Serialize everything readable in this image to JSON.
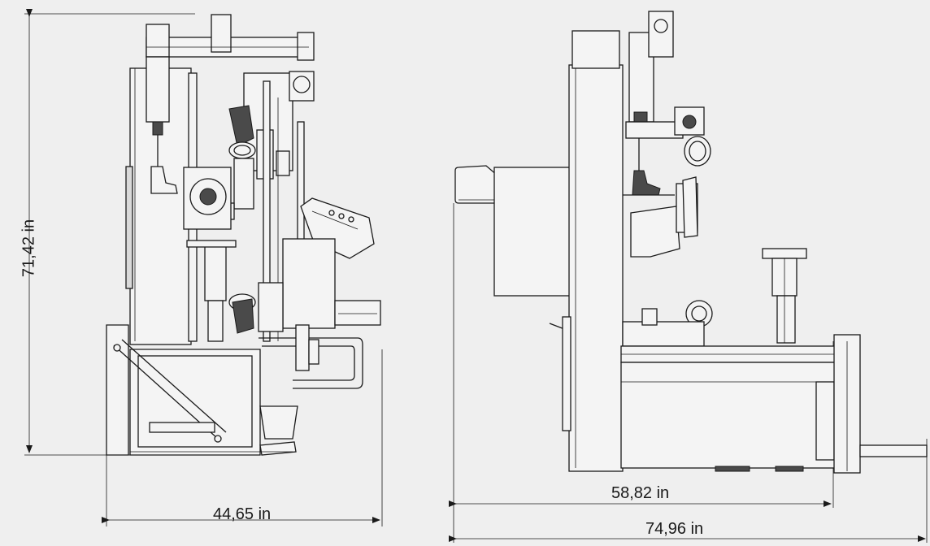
{
  "dimensions": {
    "height": "71,42 in",
    "front_width": "44,65 in",
    "side_depth": "58,82 in",
    "side_total": "74,96 in"
  },
  "colors": {
    "background": "#efefef",
    "line": "#1a1a1a",
    "fill": "#d9d9d9"
  }
}
